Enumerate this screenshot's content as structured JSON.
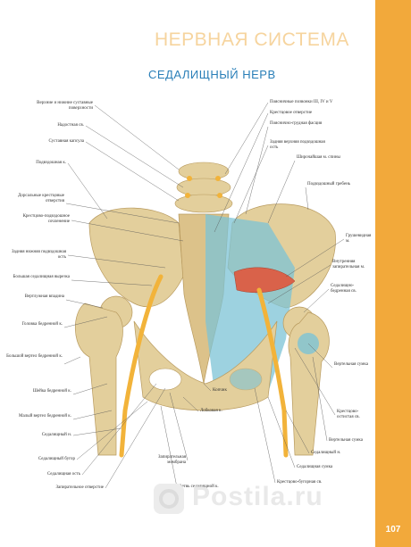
{
  "header": {
    "section": "НЕРВНАЯ СИСТЕМА",
    "title": "СЕДАЛИЩНЫЙ НЕРВ"
  },
  "page_number": "107",
  "watermark": {
    "text": "Postila.ru",
    "icon": "postila-logo-icon"
  },
  "colors": {
    "accent_band": "#f2a93b",
    "section_title": "#f6d49e",
    "title": "#2a7fb8",
    "bone": "#e3cf9c",
    "nerve": "#f2b33a",
    "ligament": "#7cc3d6",
    "muscle": "#d9624a"
  },
  "labels_left": [
    "Верхние и нижние суставные поверхности",
    "Надостная св.",
    "Суставная капсула",
    "Подвздошная к.",
    "Дорсальные крестцовые отверстия",
    "Крестцово-подвздошное сочленение",
    "Задняя нижняя подвздошная ость",
    "Большая седалищная вырезка",
    "Вертлужная впадина",
    "Головка бедренной к.",
    "Большой вертел бедренной к.",
    "Шейка бедренной к.",
    "Малый вертел бедренной к.",
    "Седалищный н.",
    "Седалищный бугор",
    "Седалищная ость",
    "Запирательное отверстие"
  ],
  "labels_right": [
    "Поясничные позвонки III, IV и V",
    "Крестцовое отверстие",
    "Пояснично-грудная фасция",
    "Задняя верхняя подвздошная ость",
    "Широчайшая м. спины",
    "Подвздошный гребень",
    "Грушевидная м.",
    "Внутренняя запирательная м.",
    "Седалищно-бедренная св.",
    "Вертельная сумка",
    "Крестцово-остистая св.",
    "Вертельная сумка",
    "Седалищный н.",
    "Седалищная сумка",
    "Крестцово-бугорная св."
  ],
  "labels_bottom": [
    "Копчик",
    "Лобковая к.",
    "Запирательная мембрана",
    "Ветвь седалищной к."
  ]
}
